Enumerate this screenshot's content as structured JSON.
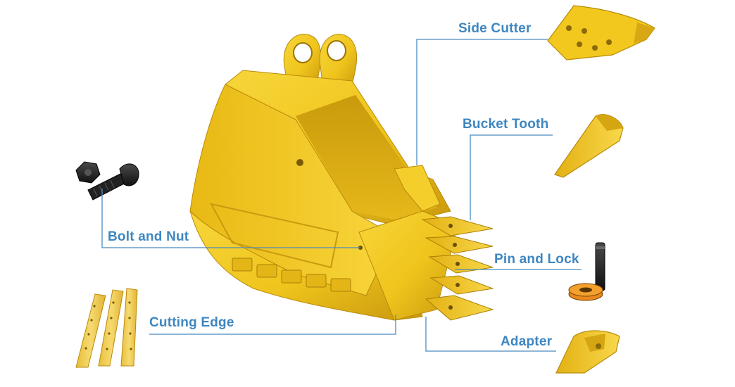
{
  "labels": {
    "side_cutter": "Side Cutter",
    "bucket_tooth": "Bucket Tooth",
    "bolt_and_nut": "Bolt and Nut",
    "pin_and_lock": "Pin and Lock",
    "cutting_edge": "Cutting Edge",
    "adapter": "Adapter"
  },
  "colors": {
    "label_text": "#3E86C1",
    "leader_line": "#4A8BBF",
    "part_yellow": "#F2C81E",
    "part_dark": "#1E1E1E",
    "background": "#FFFFFF"
  }
}
